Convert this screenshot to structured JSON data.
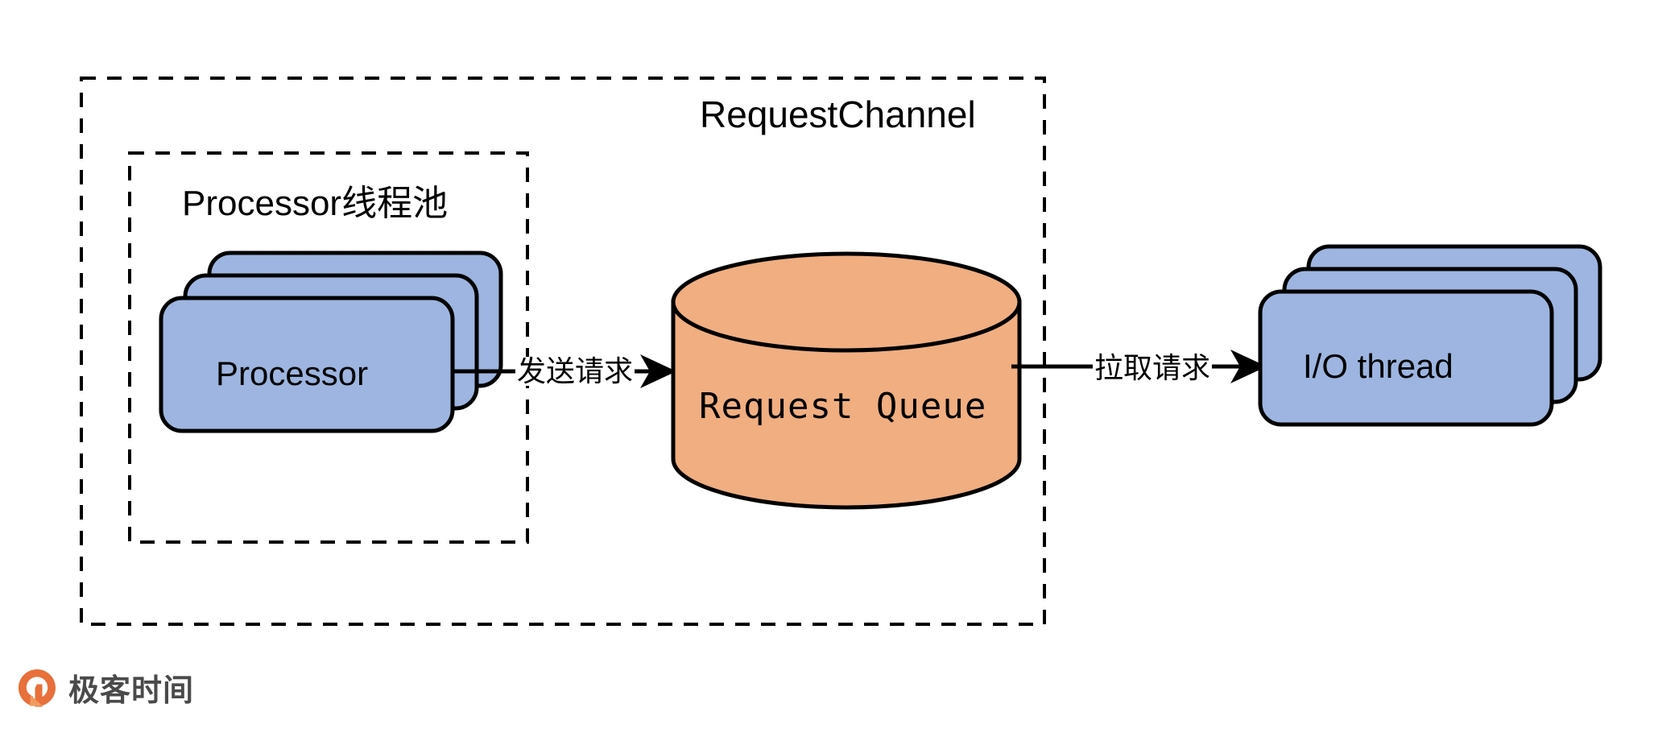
{
  "diagram": {
    "title": "RequestChannel",
    "outer_group": {
      "label": "RequestChannel",
      "border_style": "dashed",
      "border_color": "#000000"
    },
    "inner_group": {
      "label": "Processor线程池",
      "border_style": "dashed",
      "border_color": "#000000"
    },
    "nodes": [
      {
        "id": "processor",
        "label": "Processor",
        "shape": "stacked-rounded-rect",
        "stack_count": 3,
        "fill": "#9DB5E0",
        "stroke": "#000000"
      },
      {
        "id": "request-queue",
        "label": "Request Queue",
        "shape": "cylinder",
        "fill": "#F0AE81",
        "stroke": "#000000"
      },
      {
        "id": "io-thread",
        "label": "I/O thread",
        "shape": "stacked-rounded-rect",
        "stack_count": 3,
        "fill": "#9DB5E0",
        "stroke": "#000000"
      }
    ],
    "edges": [
      {
        "id": "processor-to-queue",
        "from": "processor",
        "to": "request-queue",
        "label": "发送请求",
        "arrow": "→"
      },
      {
        "id": "queue-to-io-thread",
        "from": "request-queue",
        "to": "io-thread",
        "label": "拉取请求",
        "arrow": "→"
      }
    ],
    "colors": {
      "node_blue": "#9DB5E0",
      "node_orange": "#F0AE81",
      "stroke": "#000000",
      "background": "#ffffff",
      "watermark_orange": "#E8703A",
      "watermark_gray": "#4a4a4a"
    }
  },
  "watermark": {
    "brand": "极客时间",
    "icon": "geektime-logo-icon"
  }
}
